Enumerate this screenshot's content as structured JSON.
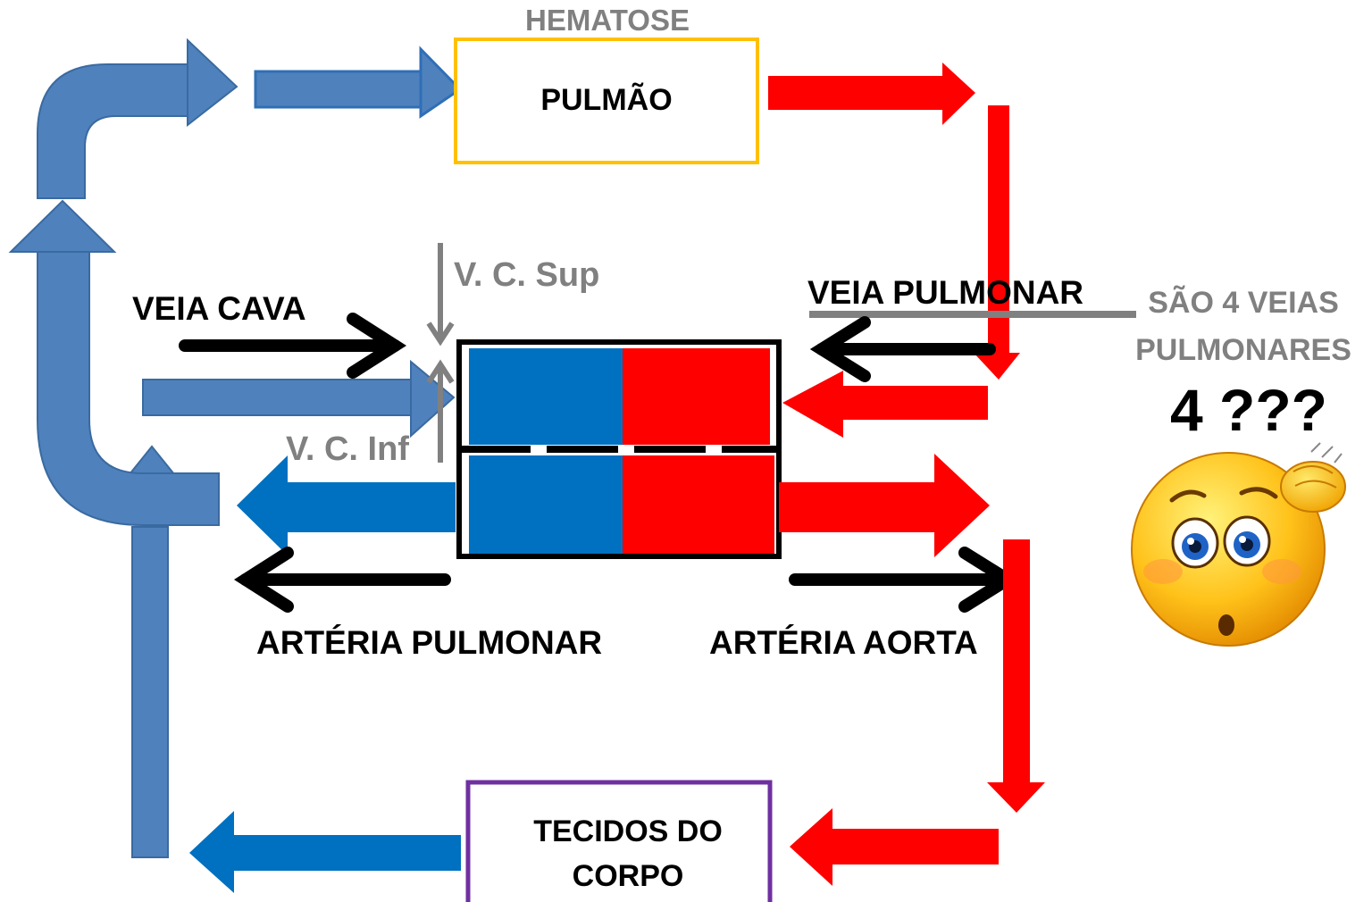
{
  "labels": {
    "hematose": "HEMATOSE",
    "pulmao": "PULMÃO",
    "veia_cava": "VEIA CAVA",
    "vc_sup": "V. C. Sup",
    "vc_inf": "V. C. Inf",
    "veia_pulmonar": "VEIA PULMONAR",
    "arteria_pulmonar": "ARTÉRIA PULMONAR",
    "arteria_aorta": "ARTÉRIA AORTA",
    "tecidos_line1": "TECIDOS DO",
    "tecidos_line2": "CORPO"
  },
  "note": {
    "line1": "SÃO 4  VEIAS",
    "line2": "PULMONARES",
    "question": "4 ???"
  },
  "colors": {
    "venous_blue": "#4f81bd",
    "chamber_blue": "#0070c0",
    "arterial_red": "#ff0000",
    "label_gray": "#808080",
    "lung_border": "#ffc000",
    "tissue_border": "#7030a0",
    "text": "#000000"
  }
}
